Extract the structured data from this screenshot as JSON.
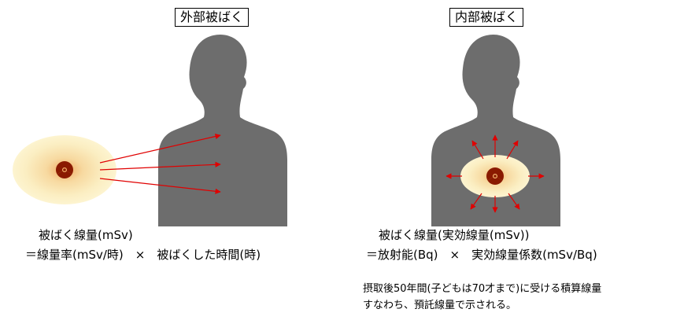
{
  "external": {
    "title": "外部被ばく",
    "formula_line1": "被ばく線量(mSv)",
    "formula_line2": "＝線量率(mSv/時)　×　被ばくした時間(時)"
  },
  "internal": {
    "title": "内部被ばく",
    "formula_line1": "被ばく線量(実効線量(mSv))",
    "formula_line2": "＝放射能(Bq)　×　実効線量係数(mSv/Bq)",
    "note_line1": "摂取後50年間(子どもは70才まで)に受ける積算線量",
    "note_line2": "すなわち、預託線量で示される。"
  },
  "colors": {
    "body": "#6d6d6d",
    "arrow": "#e00000",
    "glow_center": "#f4c07a",
    "glow_edge": "#fdf6cf"
  },
  "icons": {
    "source": "radiation-icon"
  }
}
